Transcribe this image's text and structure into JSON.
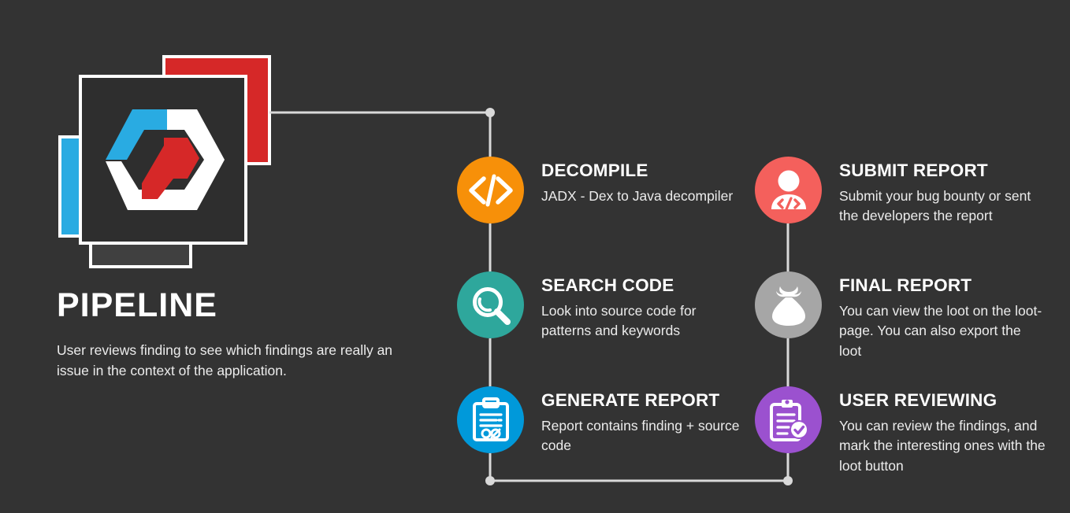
{
  "theme": {
    "background": "#333333",
    "text_primary": "#ffffff",
    "text_secondary": "#ececec",
    "connector": "#d9d9d9"
  },
  "logo": {
    "name": "hexagon-logo",
    "card_colors": {
      "blue": "#29ABE2",
      "red": "#D62828",
      "gray": "#404040",
      "main": "#2E2E2E",
      "border": "#ffffff"
    },
    "mark_colors": {
      "outline": "#ffffff",
      "accent_blue": "#29ABE2",
      "accent_red": "#D62828"
    }
  },
  "header": {
    "title": "PIPELINE",
    "subtitle": "User reviews finding to see which findings are really an issue in the context of the application."
  },
  "steps": [
    {
      "id": "decompile",
      "title": "DECOMPILE",
      "description": "JADX - Dex to Java decompiler",
      "icon": "code-brackets-icon",
      "color": "#F79009",
      "column": "left",
      "order": 1
    },
    {
      "id": "search-code",
      "title": "SEARCH CODE",
      "description": "Look into source code for patterns and keywords",
      "icon": "magnifier-icon",
      "color": "#2EA79C",
      "column": "left",
      "order": 2
    },
    {
      "id": "generate-report",
      "title": "GENERATE REPORT",
      "description": "Report contains finding + source code",
      "icon": "clipboard-code-icon",
      "color": "#0099DA",
      "column": "left",
      "order": 3
    },
    {
      "id": "submit-report",
      "title": "SUBMIT REPORT",
      "description": "Submit your bug bounty or sent the developers the report",
      "icon": "developer-person-icon",
      "color": "#F4605C",
      "column": "right",
      "order": 4
    },
    {
      "id": "final-report",
      "title": "FINAL REPORT",
      "description": "You can view the loot on the loot-page. You can also export the loot",
      "icon": "loot-bag-icon",
      "color": "#A6A6A6",
      "column": "right",
      "order": 5
    },
    {
      "id": "user-reviewing",
      "title": "USER REVIEWING",
      "description": "You can review the findings, and mark the interesting ones with the loot button",
      "icon": "clipboard-check-icon",
      "color": "#9B51CF",
      "column": "right",
      "order": 6
    }
  ],
  "connectors": {
    "top_node_label": "pipeline-entry-node",
    "bottom_left_node_label": "pipeline-turn-node-left",
    "bottom_right_node_label": "pipeline-turn-node-right"
  }
}
